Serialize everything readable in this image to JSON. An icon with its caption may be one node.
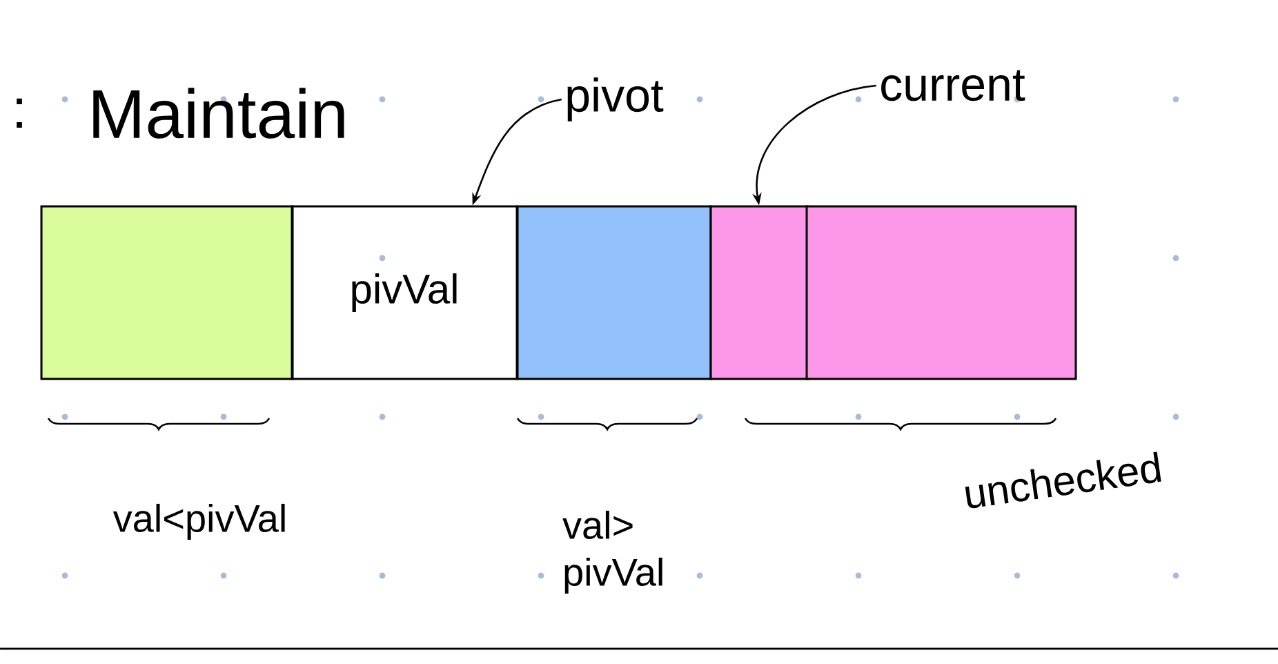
{
  "diagram": {
    "title": "Maintain",
    "nodes": [
      {
        "text": [],
        "shape": "box"
      },
      {
        "text": [
          "pivVal"
        ]
      },
      {
        "text": [],
        "shape": "box"
      },
      {
        "text": [],
        "shape": "box"
      },
      {
        "text": [],
        "shape": "box"
      },
      {
        "text": [
          "pivot"
        ]
      },
      {
        "text": [
          "current"
        ]
      }
    ],
    "edges": [
      {
        "from": 5,
        "to": 1,
        "arrow": "to"
      },
      {
        "from": 6,
        "to": 3,
        "arrow": "to"
      }
    ],
    "labels": [
      ":",
      "val<pivVal",
      "val> pivVal",
      "unchecked"
    ]
  }
}
